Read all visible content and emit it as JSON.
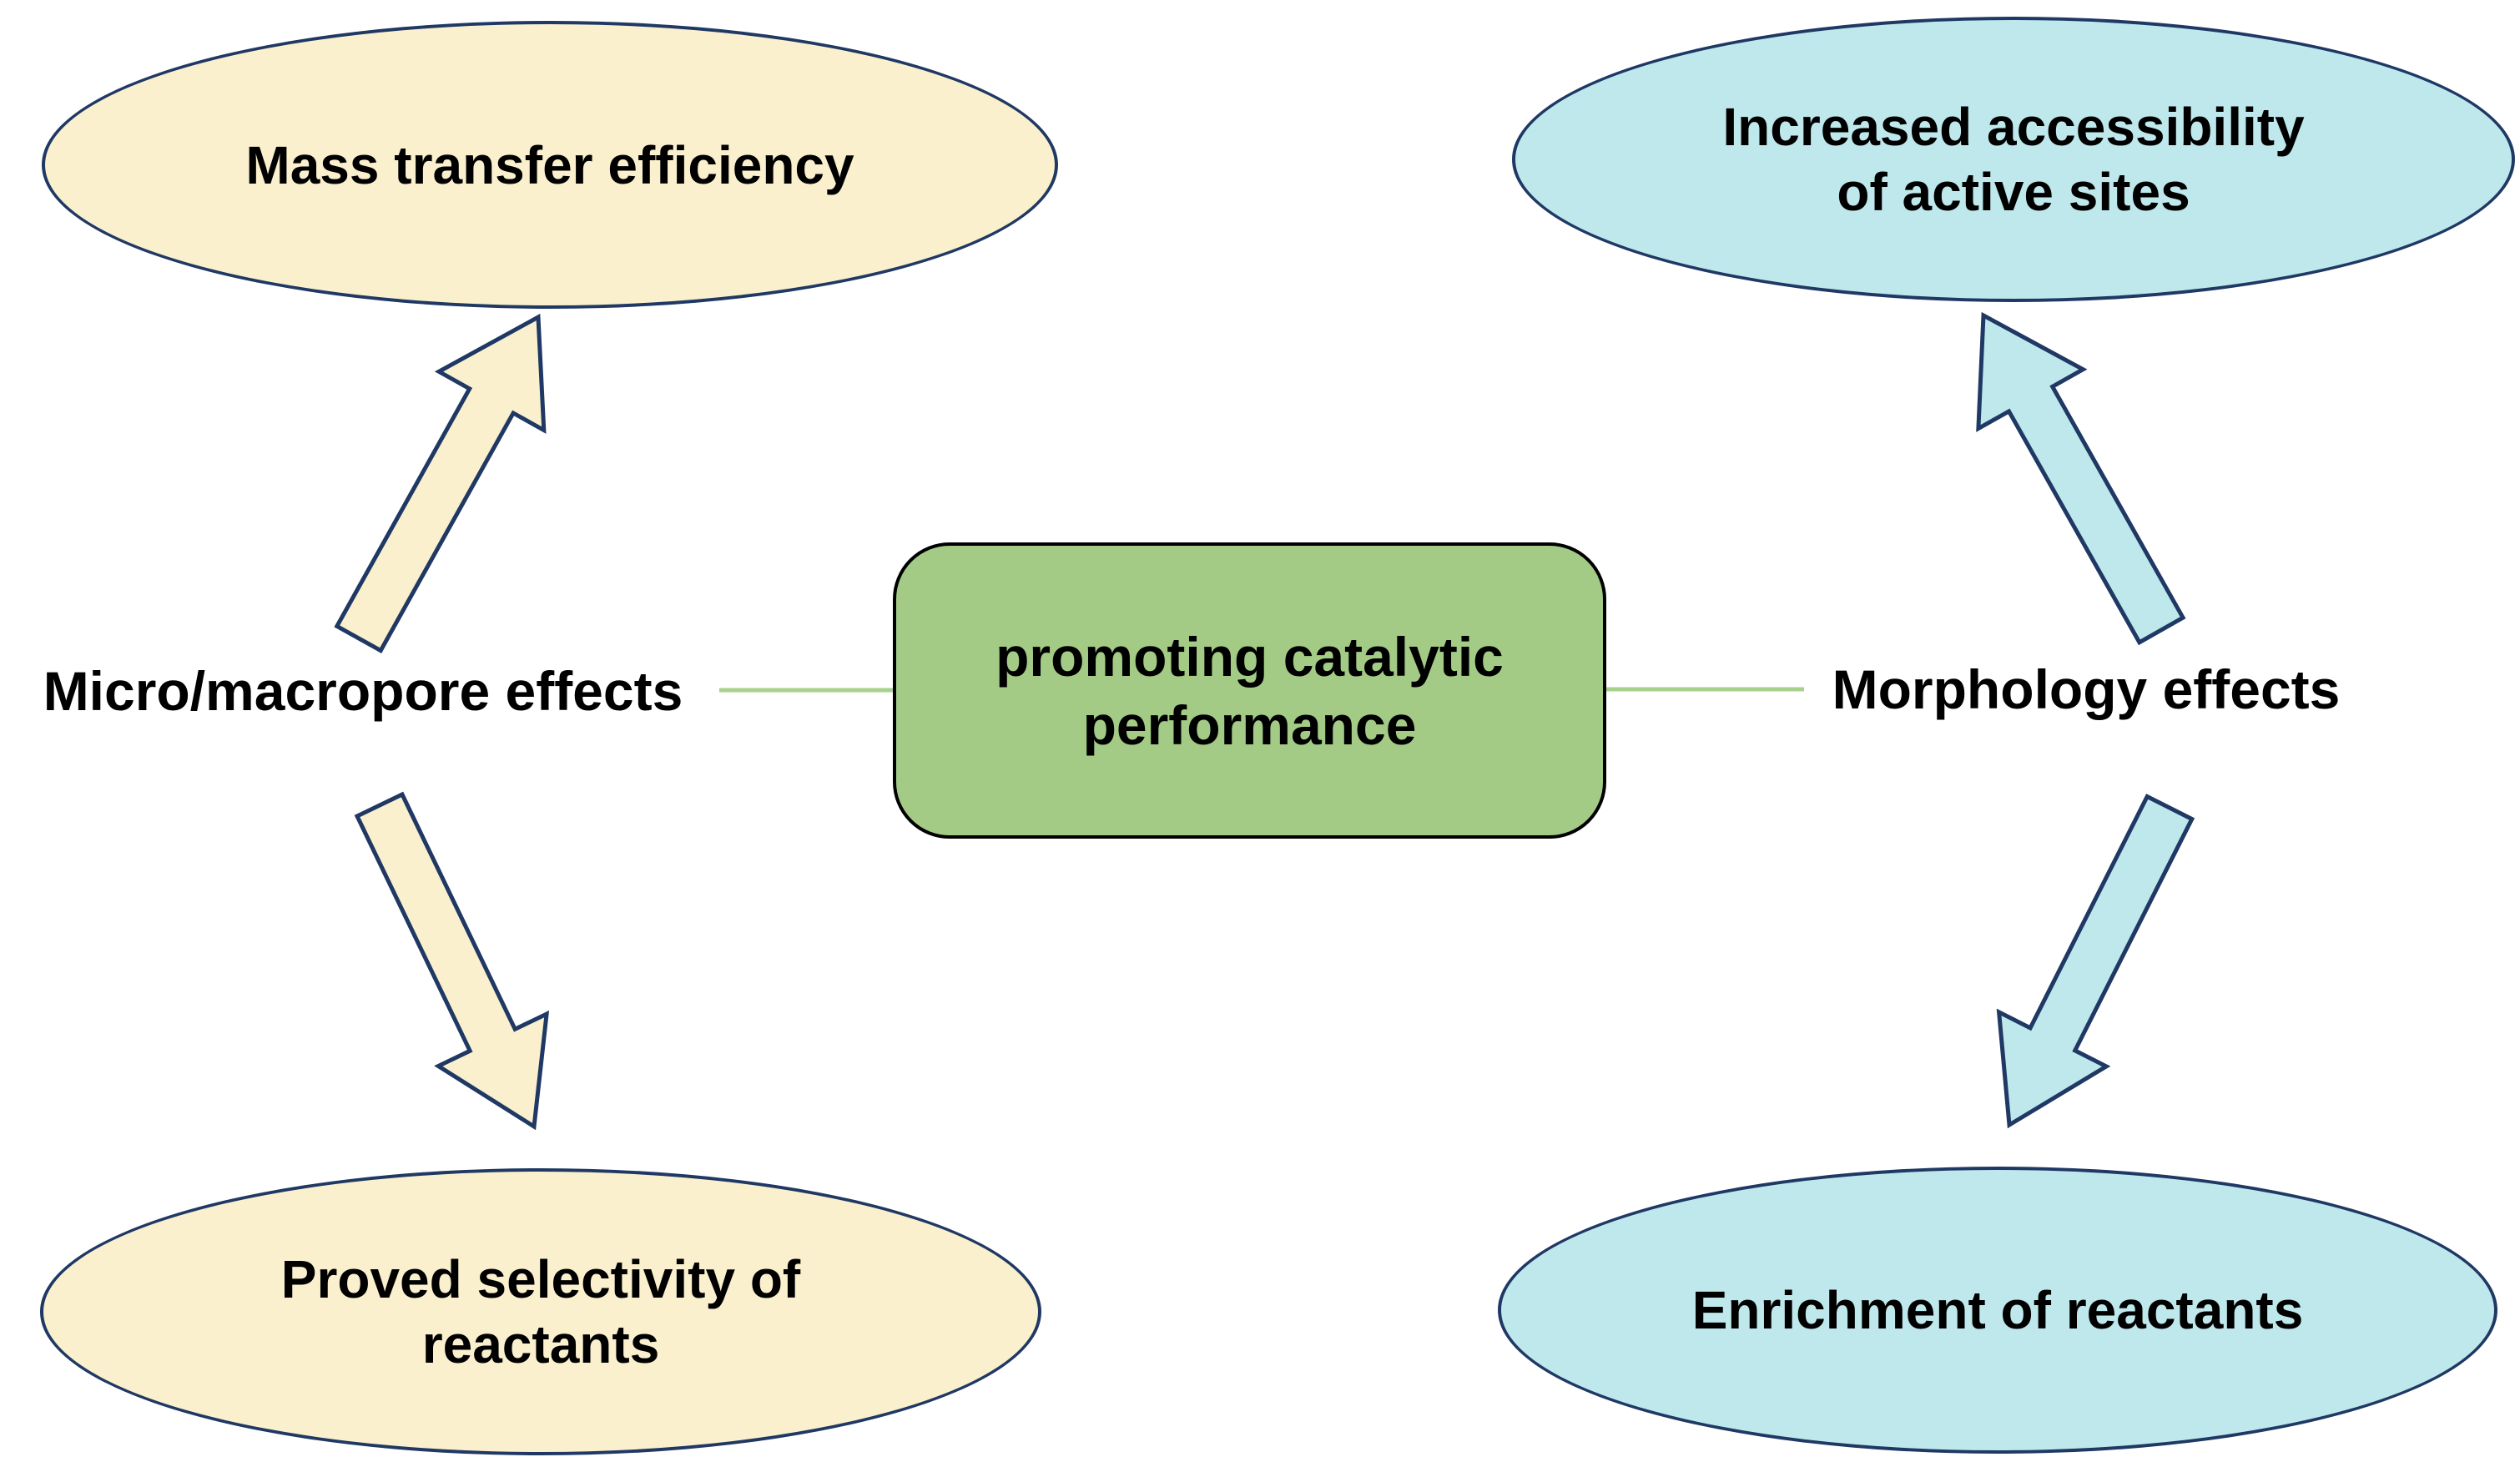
{
  "colors": {
    "cream": "#FAF0CE",
    "cyan": "#BFE8EC",
    "green": "#A4CB86",
    "connector": "#A9D18E",
    "navy": "#1F3864",
    "ink": "#000000",
    "paper": "#FFFFFF"
  },
  "nodes": {
    "top_left": {
      "lines": [
        "Mass transfer efficiency"
      ]
    },
    "top_right": {
      "lines": [
        "Increased accessibility",
        "of active sites"
      ]
    },
    "bottom_left": {
      "lines": [
        "Proved selectivity of",
        "reactants"
      ]
    },
    "bottom_right": {
      "lines": [
        "Enrichment of reactants"
      ]
    },
    "center": {
      "lines": [
        "promoting catalytic",
        "performance"
      ]
    },
    "left_label": {
      "text": "Micro/macropore effects"
    },
    "right_label": {
      "text": "Morphology effects"
    }
  }
}
